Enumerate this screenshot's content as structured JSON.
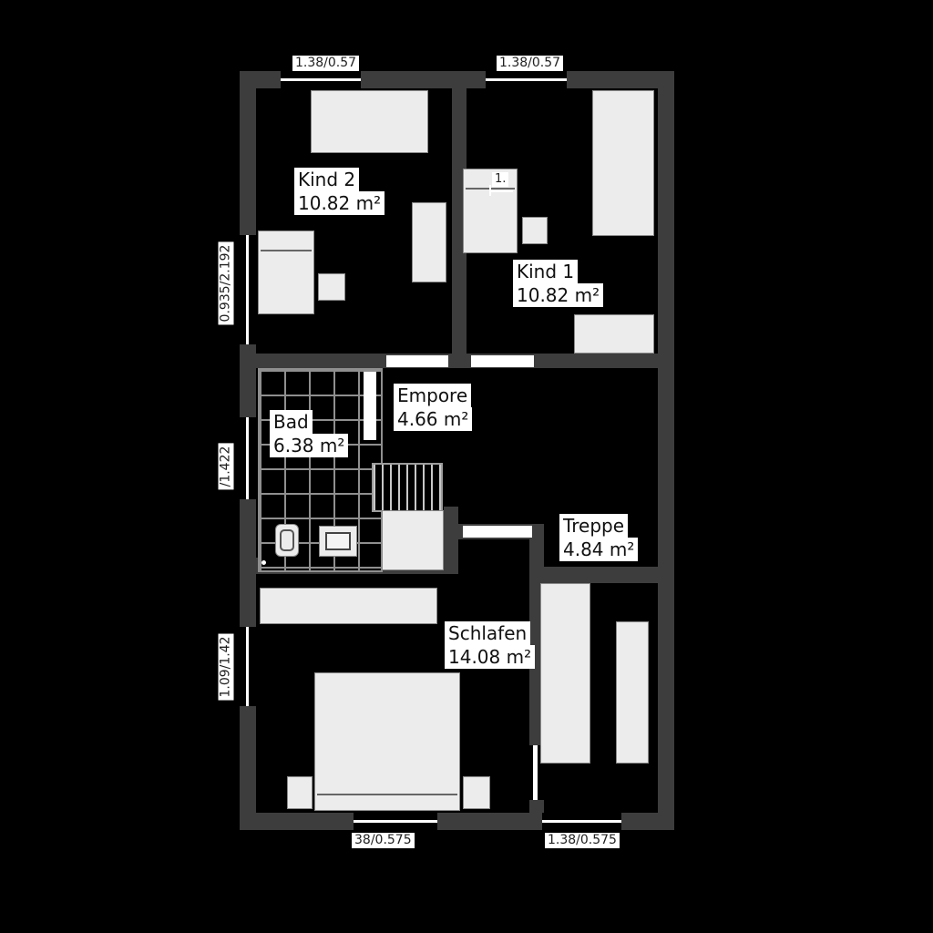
{
  "colors": {
    "background": "#000000",
    "wall": "#3d3d3d",
    "furniture": "#ececec",
    "label_bg": "#ffffff",
    "label_text": "#111111",
    "tile_line": "#8f8f8f"
  },
  "rooms": {
    "kind2": {
      "name": "Kind 2",
      "area": "10.82 m²"
    },
    "kind1": {
      "name": "Kind 1",
      "area": "10.82 m²"
    },
    "empore": {
      "name": "Empore",
      "area": "4.66 m²"
    },
    "bad": {
      "name": "Bad",
      "area": "6.38 m²"
    },
    "treppe": {
      "name": "Treppe",
      "area": "4.84 m²"
    },
    "schlafen": {
      "name": "Schlafen",
      "area": "14.08 m²"
    }
  },
  "dimensions": {
    "top_left": "1.38/0.57",
    "top_right": "1.38/0.57",
    "left_upper": "0.935/2.192",
    "left_middle": "/1.422",
    "left_lower": "1.09/1.42",
    "bottom_left": "38/0.575",
    "bottom_right": "1.38/0.575",
    "kind1_mark": "1."
  }
}
